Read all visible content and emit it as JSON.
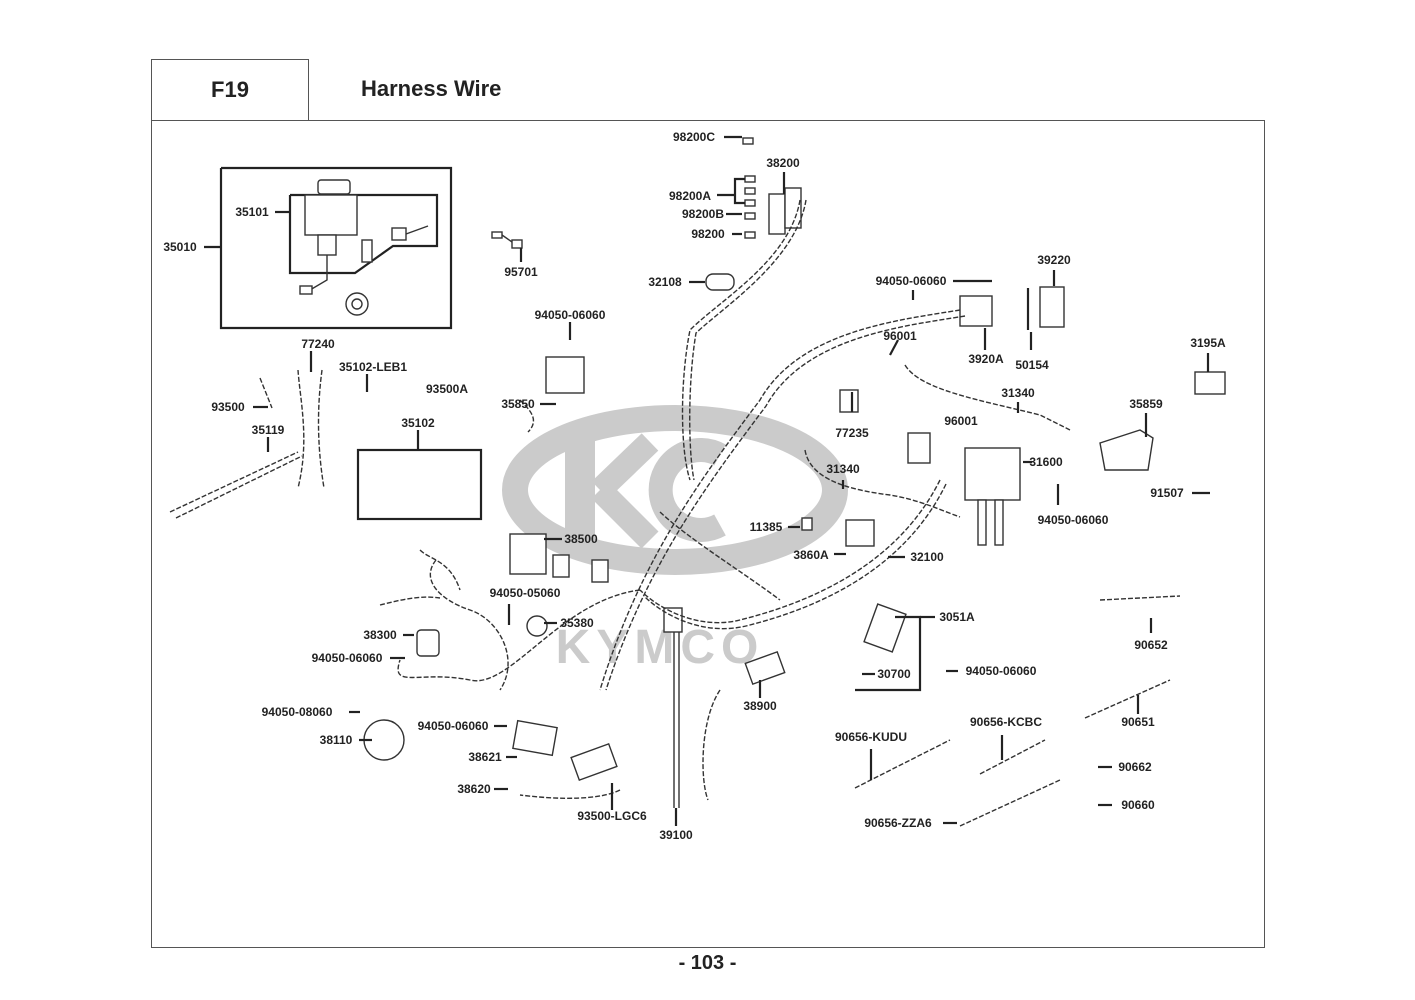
{
  "header": {
    "section_code": "F19",
    "title": "Harness Wire"
  },
  "footer": {
    "page_number": "- 103 -"
  },
  "watermark": {
    "brand": "KYMCO",
    "color": "#c8c8c8"
  },
  "parts": [
    {
      "id": "p1",
      "label": "98200C"
    },
    {
      "id": "p2",
      "label": "38200"
    },
    {
      "id": "p3",
      "label": "98200A"
    },
    {
      "id": "p4",
      "label": "98200B"
    },
    {
      "id": "p5",
      "label": "98200"
    },
    {
      "id": "p6",
      "label": "32108"
    },
    {
      "id": "p7",
      "label": "35101"
    },
    {
      "id": "p8",
      "label": "35010"
    },
    {
      "id": "p9",
      "label": "95701"
    },
    {
      "id": "p10",
      "label": "94050-06060"
    },
    {
      "id": "p11",
      "label": "39220"
    },
    {
      "id": "p12",
      "label": "3920A"
    },
    {
      "id": "p13",
      "label": "50154"
    },
    {
      "id": "p14",
      "label": "96001"
    },
    {
      "id": "p15",
      "label": "3195A"
    },
    {
      "id": "p16",
      "label": "77240"
    },
    {
      "id": "p17",
      "label": "35102-LEB1"
    },
    {
      "id": "p18",
      "label": "93500A"
    },
    {
      "id": "p19",
      "label": "94050-06060"
    },
    {
      "id": "p20",
      "label": "35850"
    },
    {
      "id": "p21",
      "label": "93500"
    },
    {
      "id": "p22",
      "label": "35119"
    },
    {
      "id": "p23",
      "label": "35102"
    },
    {
      "id": "p24",
      "label": "31340"
    },
    {
      "id": "p25",
      "label": "77235"
    },
    {
      "id": "p26",
      "label": "96001"
    },
    {
      "id": "p27",
      "label": "35859"
    },
    {
      "id": "p28",
      "label": "31340"
    },
    {
      "id": "p29",
      "label": "31600"
    },
    {
      "id": "p30",
      "label": "91507"
    },
    {
      "id": "p31",
      "label": "94050-06060"
    },
    {
      "id": "p32",
      "label": "11385"
    },
    {
      "id": "p33",
      "label": "3860A"
    },
    {
      "id": "p34",
      "label": "32100"
    },
    {
      "id": "p35",
      "label": "38500"
    },
    {
      "id": "p36",
      "label": "94050-05060"
    },
    {
      "id": "p37",
      "label": "35380"
    },
    {
      "id": "p38",
      "label": "38300"
    },
    {
      "id": "p39",
      "label": "94050-06060"
    },
    {
      "id": "p40",
      "label": "3051A"
    },
    {
      "id": "p41",
      "label": "90652"
    },
    {
      "id": "p42",
      "label": "30700"
    },
    {
      "id": "p43",
      "label": "94050-06060"
    },
    {
      "id": "p44",
      "label": "38900"
    },
    {
      "id": "p45",
      "label": "94050-08060"
    },
    {
      "id": "p46",
      "label": "94050-06060"
    },
    {
      "id": "p47",
      "label": "38110"
    },
    {
      "id": "p48",
      "label": "38621"
    },
    {
      "id": "p49",
      "label": "90656-KCBC"
    },
    {
      "id": "p50",
      "label": "90651"
    },
    {
      "id": "p51",
      "label": "90656-KUDU"
    },
    {
      "id": "p52",
      "label": "38620"
    },
    {
      "id": "p53",
      "label": "90662"
    },
    {
      "id": "p54",
      "label": "93500-LGC6"
    },
    {
      "id": "p55",
      "label": "39100"
    },
    {
      "id": "p56",
      "label": "90660"
    },
    {
      "id": "p57",
      "label": "90656-ZZA6"
    }
  ]
}
